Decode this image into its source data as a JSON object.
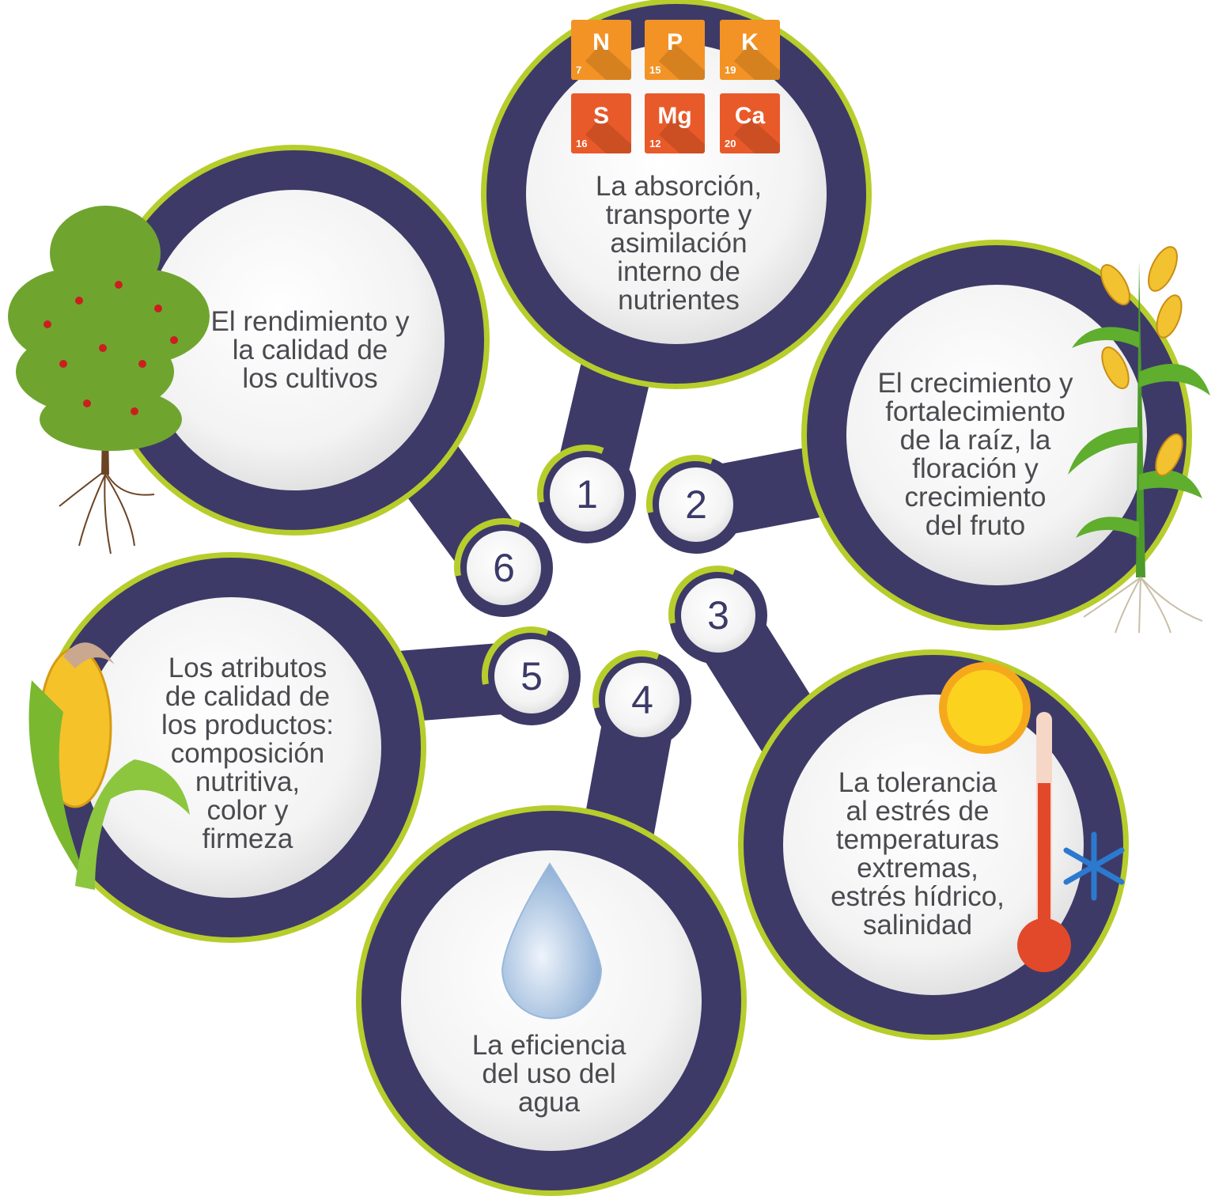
{
  "colors": {
    "navy": "#3d3a68",
    "lime": "#b7cd2c",
    "orange": "#f39325",
    "red_orange": "#e95a2a",
    "text": "#4a4a4f"
  },
  "elements": [
    {
      "symbol": "N",
      "number": "7"
    },
    {
      "symbol": "P",
      "number": "15"
    },
    {
      "symbol": "K",
      "number": "19"
    },
    {
      "symbol": "S",
      "number": "16"
    },
    {
      "symbol": "Mg",
      "number": "12"
    },
    {
      "symbol": "Ca",
      "number": "20"
    }
  ],
  "items": [
    {
      "number": "1",
      "text": "La absorción,\ntransporte y\nasimilación\ninterno de\nnutrientes",
      "icon": "periodic-elements-icon"
    },
    {
      "number": "2",
      "text": "El crecimiento y\nfortalecimiento\nde la raíz, la\nfloración y\ncrecimiento\ndel fruto",
      "icon": "corn-plant-icon"
    },
    {
      "number": "3",
      "text": "La tolerancia\nal estrés de\ntemperaturas\nextremas,\nestrés hídrico,\nsalinidad",
      "icon": "sun-thermometer-snowflake-icon"
    },
    {
      "number": "4",
      "text": "La eficiencia\ndel uso del\nagua",
      "icon": "water-drop-icon"
    },
    {
      "number": "5",
      "text": "Los atributos\nde calidad de\nlos productos:\ncomposición\nnutritiva,\ncolor y\nfirmeza",
      "icon": "corn-cob-icon"
    },
    {
      "number": "6",
      "text": "El rendimiento y\nla calidad de\nlos cultivos",
      "icon": "tree-icon"
    }
  ]
}
